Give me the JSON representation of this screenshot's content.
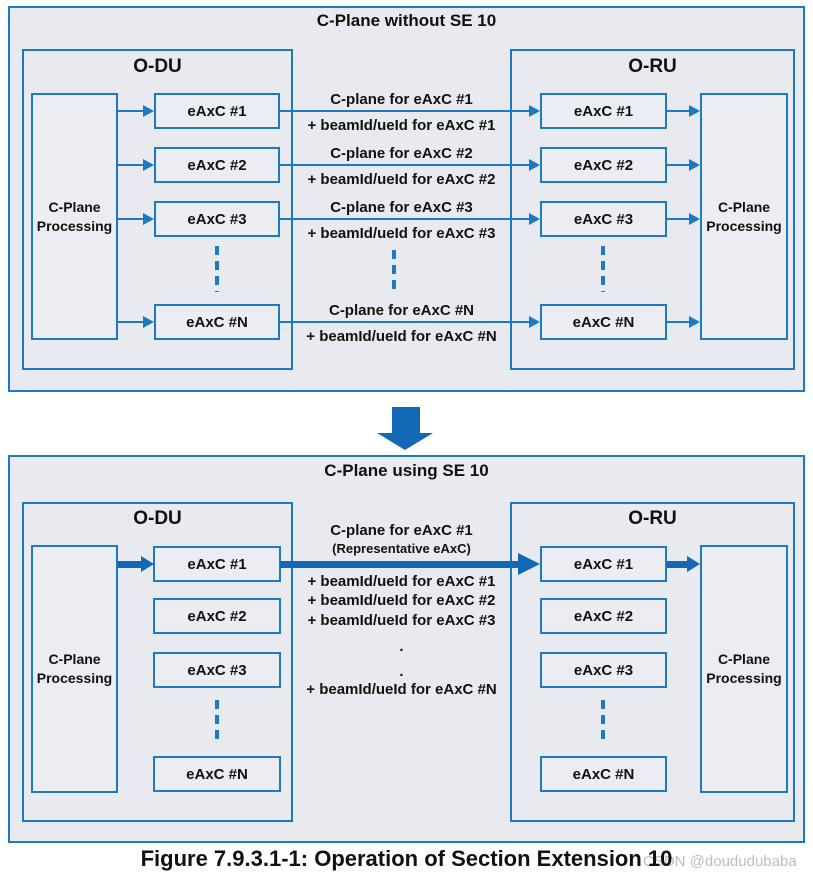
{
  "colors": {
    "line_blue": "#1b7ac2",
    "arrow_blue": "#1268b4",
    "panel_fill": "#e9e9f0",
    "box_fill": "#ececf3",
    "watermark_gray": "#bdbdbd"
  },
  "top": {
    "title": "C-Plane without SE 10",
    "odu": {
      "title": "O-DU",
      "processing": "C-Plane Processing"
    },
    "oru": {
      "title": "O-RU",
      "processing": "C-Plane Processing"
    },
    "odu_eaxc": [
      "eAxC #1",
      "eAxC #2",
      "eAxC #3",
      "eAxC #N"
    ],
    "oru_eaxc": [
      "eAxC #1",
      "eAxC #2",
      "eAxC #3",
      "eAxC #N"
    ],
    "links": [
      {
        "cplane": "C-plane for eAxC #1",
        "beam": "+ beamId/ueId for eAxC #1"
      },
      {
        "cplane": "C-plane for eAxC #2",
        "beam": "+ beamId/ueId for eAxC #2"
      },
      {
        "cplane": "C-plane for eAxC #3",
        "beam": "+ beamId/ueId for eAxC #3"
      },
      {
        "cplane": "C-plane for eAxC #N",
        "beam": "+ beamId/ueId for eAxC #N"
      }
    ]
  },
  "bottom": {
    "title": "C-Plane using SE 10",
    "odu": {
      "title": "O-DU",
      "processing": "C-Plane Processing"
    },
    "oru": {
      "title": "O-RU",
      "processing": "C-Plane Processing"
    },
    "odu_eaxc": [
      "eAxC #1",
      "eAxC #2",
      "eAxC #3",
      "eAxC #N"
    ],
    "oru_eaxc": [
      "eAxC #1",
      "eAxC #2",
      "eAxC #3",
      "eAxC #N"
    ],
    "link": {
      "cplane": "C-plane for eAxC #1",
      "representative": "(Representative eAxC)",
      "beams": [
        "+ beamId/ueId for eAxC #1",
        "+ beamId/ueId for eAxC #2",
        "+ beamId/ueId for eAxC #3",
        ".",
        ".",
        "+ beamId/ueId for eAxC #N"
      ]
    }
  },
  "caption": "Figure 7.9.3.1-1: Operation of Section Extension 10",
  "watermark": "CSDN @doududubaba"
}
